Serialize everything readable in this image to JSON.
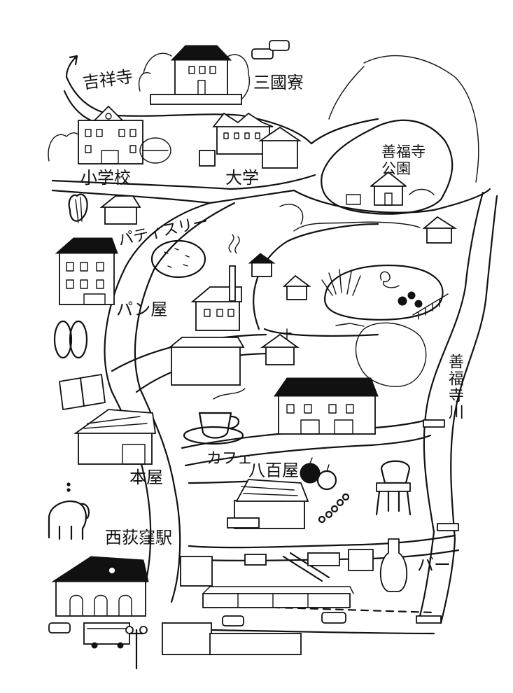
{
  "labels": {
    "kichijoji": "吉祥寺",
    "sangokuryo": "三國寮",
    "shogakko": "小学校",
    "daigaku": "大学",
    "zempukuji_koen": "善福寺公園",
    "patisserie": "パティスリー",
    "panya": "パン屋",
    "cafe": "カフェ",
    "yaoya": "八百屋",
    "honya": "本屋",
    "nishiogikubo_station": "西荻窪駅",
    "zempukuji_river": "善福寺川",
    "bar": "バー"
  },
  "icons": [
    "north-arrow-icon",
    "tree-icon",
    "car-icon",
    "bus-icon",
    "train-icon",
    "building-icon",
    "church-icon",
    "pond-icon",
    "croissant-icon",
    "bread-icon",
    "slippers-icon",
    "book-icon",
    "coffee-cup-icon",
    "apple-icon",
    "chair-icon",
    "elephant-icon",
    "street-lamp-icon",
    "bottle-icon",
    "cucumber-icon"
  ],
  "colors": {
    "ink": "#111111",
    "paper": "#ffffff"
  }
}
